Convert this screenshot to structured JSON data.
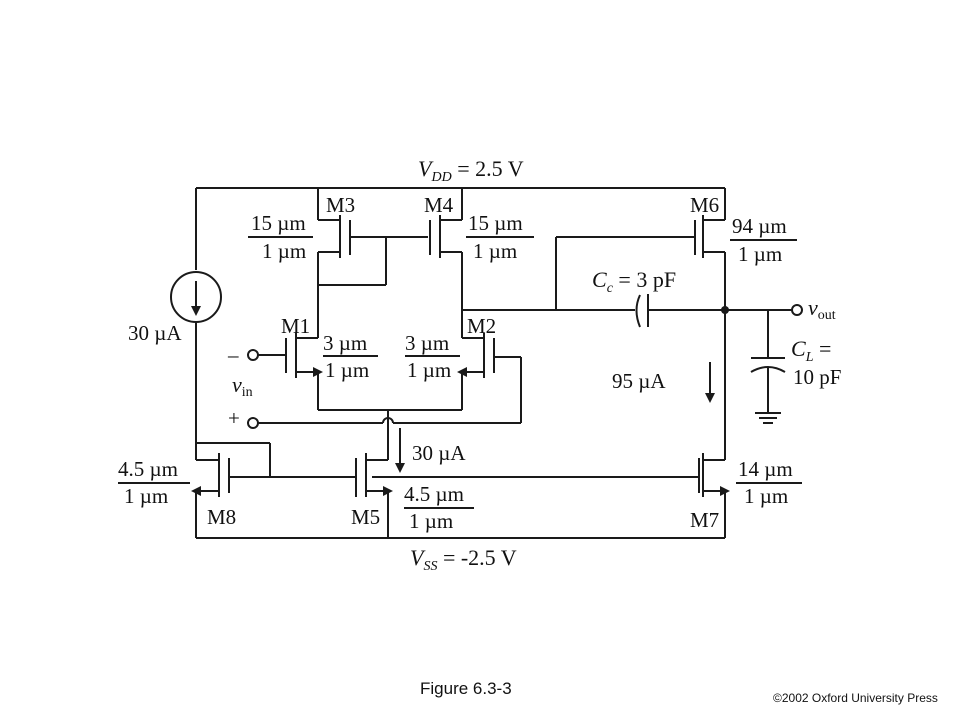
{
  "supply": {
    "vdd": {
      "sym": "V",
      "sub": "DD",
      "val": " = 2.5 V"
    },
    "vss": {
      "sym": "V",
      "sub": "SS",
      "val": " = -2.5 V"
    }
  },
  "transistors": {
    "m1": {
      "name": "M1",
      "w": "3 µm",
      "l": "1 µm"
    },
    "m2": {
      "name": "M2",
      "w": "3 µm",
      "l": "1 µm"
    },
    "m3": {
      "name": "M3",
      "w": "15 µm",
      "l": "1 µm"
    },
    "m4": {
      "name": "M4",
      "w": "15 µm",
      "l": "1 µm"
    },
    "m5": {
      "name": "M5",
      "w": "4.5 µm",
      "l": "1 µm"
    },
    "m6": {
      "name": "M6",
      "w": "94 µm",
      "l": "1 µm"
    },
    "m7": {
      "name": "M7",
      "w": "14 µm",
      "l": "1 µm"
    },
    "m8": {
      "name": "M8",
      "w": "4.5 µm",
      "l": "1 µm"
    }
  },
  "currents": {
    "ref": "30 µA",
    "tail": "30 µA",
    "out": "95 µA"
  },
  "cc": {
    "sym": "C",
    "sub": "c",
    "val": " = 3 pF"
  },
  "cl": {
    "sym": "C",
    "sub": "L",
    "eq": " =",
    "val": "10 pF"
  },
  "vout": {
    "sym": "v",
    "sub": "out"
  },
  "vin": {
    "sym": "v",
    "sub": "in",
    "minus": "–",
    "plus": "+"
  },
  "caption": "Figure 6.3-3",
  "copyright": "©2002 Oxford University Press"
}
